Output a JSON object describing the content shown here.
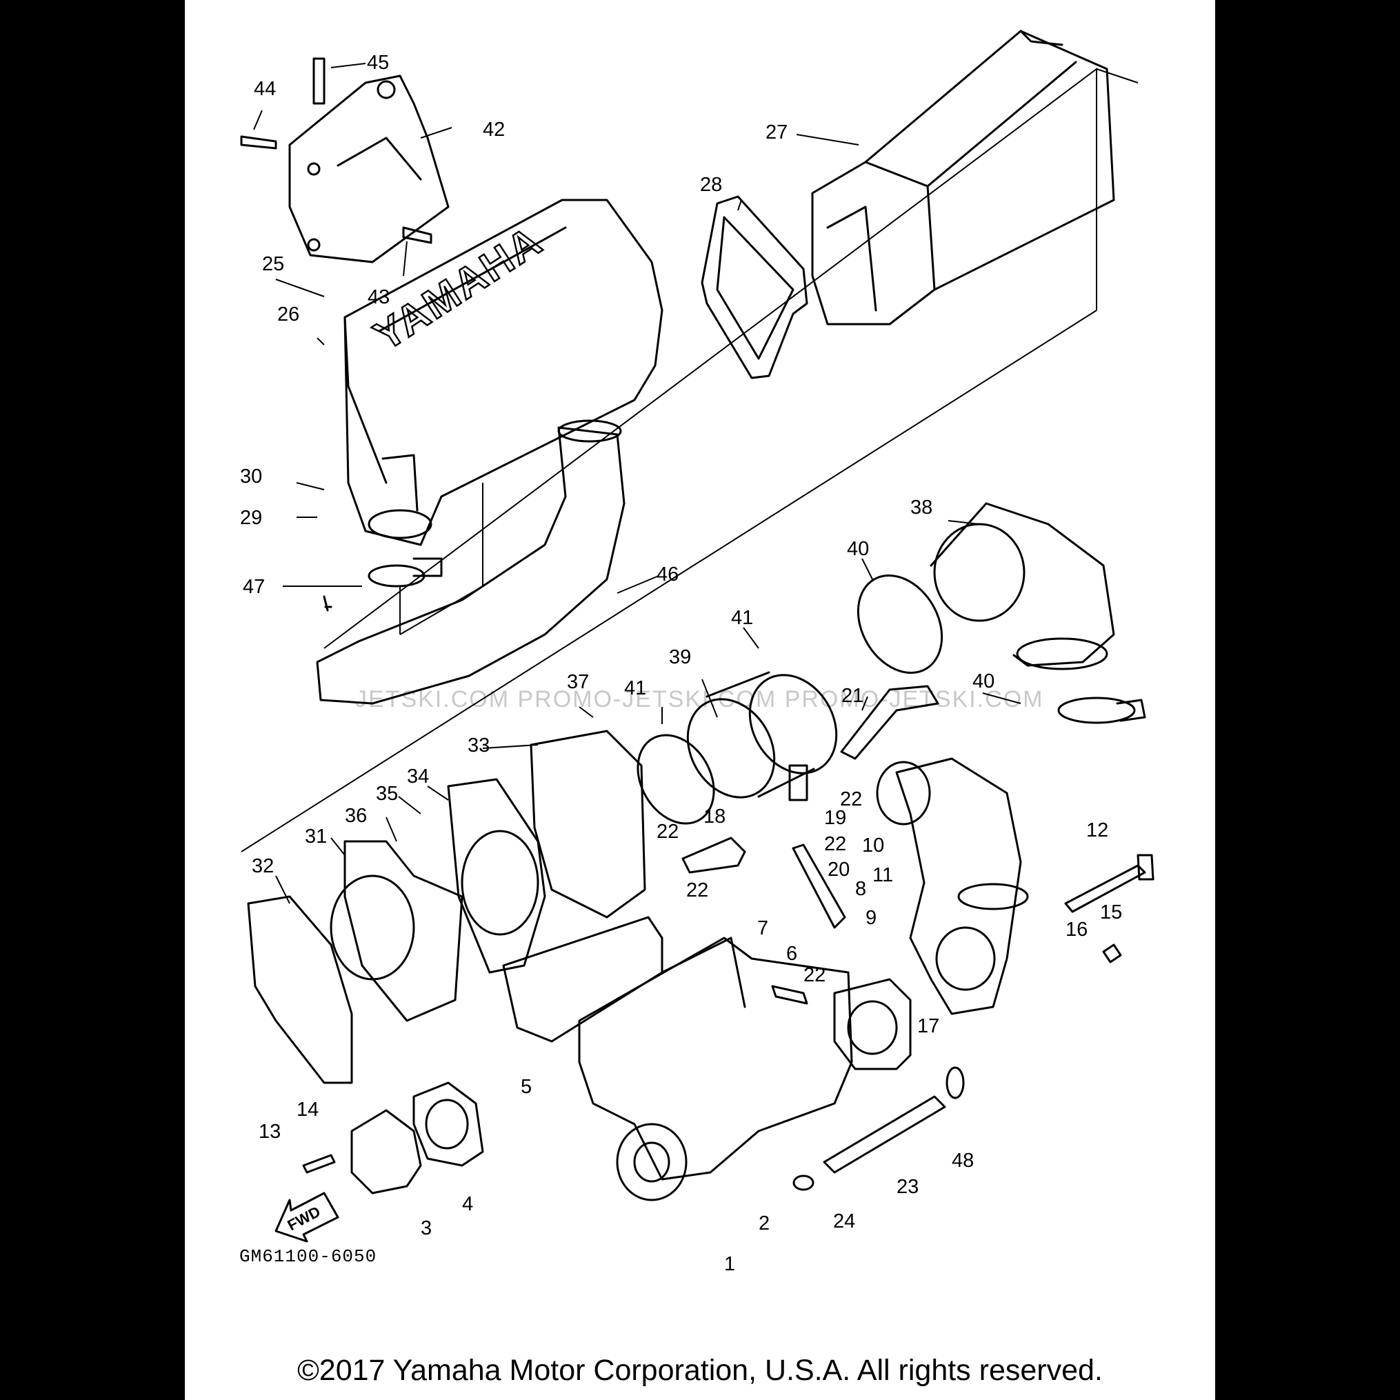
{
  "callouts": [
    "45",
    "44",
    "42",
    "27",
    "28",
    "25",
    "43",
    "26",
    "30",
    "29",
    "47",
    "46",
    "38",
    "40",
    "41",
    "39",
    "37",
    "41",
    "21",
    "40",
    "33",
    "34",
    "35",
    "36",
    "31",
    "32",
    "22",
    "18",
    "19",
    "22",
    "22",
    "22",
    "10",
    "11",
    "12",
    "8",
    "9",
    "20",
    "15",
    "16",
    "7",
    "6",
    "22",
    "17",
    "5",
    "14",
    "13",
    "4",
    "3",
    "48",
    "23",
    "2",
    "24",
    "1"
  ],
  "logo_text": "YAMAHA",
  "fwd_label": "FWD",
  "diagram_code": "GM61100-6050",
  "copyright": "©2017 Yamaha Motor Corporation, U.S.A. All rights reserved.",
  "watermark": "JETSKI.COM   PROMO-JETSKI.COM   PROMO-JETSKI.COM"
}
